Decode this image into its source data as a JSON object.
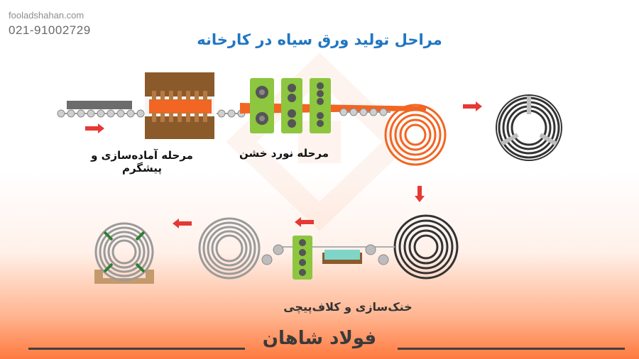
{
  "header": {
    "site_url": "fooladshahan.com",
    "phone": "021-91002729",
    "title": "مراحل تولید ورق سیاه در کارخانه"
  },
  "stages": {
    "prep_label": "مرحله آماده‌سازی و پیشگرم",
    "rolling_label": "مرحله نورد خشن",
    "cooling_label": "خنک‌سازی و کلاف‌پیچی"
  },
  "brand": {
    "name": "فولاد شاهان"
  },
  "colors": {
    "title_blue": "#1f76c2",
    "hot_steel": "#f26522",
    "arrow_red": "#e53935",
    "roller_green": "#8dc63f",
    "furnace_brown": "#8b5a2b",
    "coil_dark": "#333333",
    "coil_light": "#9a9a9a"
  },
  "icons": [
    "arrow-right-icon",
    "arrow-down-icon",
    "arrow-left-icon"
  ]
}
